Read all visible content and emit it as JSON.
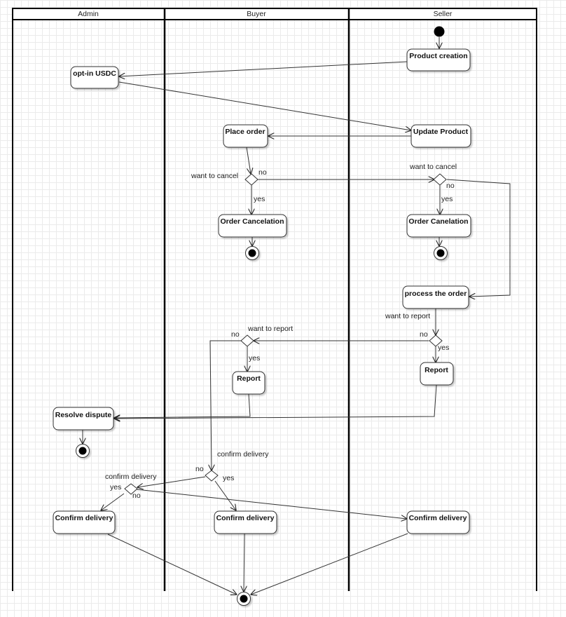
{
  "lanes": [
    {
      "id": "admin",
      "label": "Admin"
    },
    {
      "id": "buyer",
      "label": "Buyer"
    },
    {
      "id": "seller",
      "label": "Seller"
    }
  ],
  "nodes": [
    {
      "id": "product-creation",
      "label": "Product creation",
      "kind": "activity"
    },
    {
      "id": "opt-in-usdc",
      "label": "opt-in USDC",
      "kind": "activity"
    },
    {
      "id": "update-product",
      "label": "Update Product",
      "kind": "activity"
    },
    {
      "id": "place-order",
      "label": "Place order",
      "kind": "activity"
    },
    {
      "id": "buyer-order-cancelation",
      "label": "Order Cancelation",
      "kind": "activity"
    },
    {
      "id": "seller-order-cancelation",
      "label": "Order Canelation",
      "kind": "activity"
    },
    {
      "id": "process-order",
      "label": "process the order",
      "kind": "activity"
    },
    {
      "id": "buyer-report",
      "label": "Report",
      "kind": "activity"
    },
    {
      "id": "seller-report",
      "label": "Report",
      "kind": "activity"
    },
    {
      "id": "resolve-dispute",
      "label": "Resolve dispute",
      "kind": "activity"
    },
    {
      "id": "admin-confirm-delivery",
      "label": "Confirm delivery",
      "kind": "activity"
    },
    {
      "id": "buyer-confirm-delivery",
      "label": "Confirm delivery",
      "kind": "activity"
    },
    {
      "id": "seller-confirm-delivery",
      "label": "Confirm delivery",
      "kind": "activity"
    }
  ],
  "edge_labels": {
    "buyer_cancel_question": "want to cancel",
    "buyer_cancel_no": "no",
    "buyer_cancel_yes": "yes",
    "seller_cancel_question": "want to cancel",
    "seller_cancel_no": "no",
    "seller_cancel_yes": "yes",
    "seller_report_question": "want to report",
    "seller_report_no": "no",
    "seller_report_yes": "yes",
    "buyer_report_question": "want to report",
    "buyer_report_no": "no",
    "buyer_report_yes": "yes",
    "buyer_confirm_question": "confirm delivery",
    "buyer_confirm_no": "no",
    "buyer_confirm_yes": "yes",
    "admin_confirm_question": "confirm delivery",
    "admin_confirm_yes": "yes",
    "admin_confirm_no": "no"
  }
}
